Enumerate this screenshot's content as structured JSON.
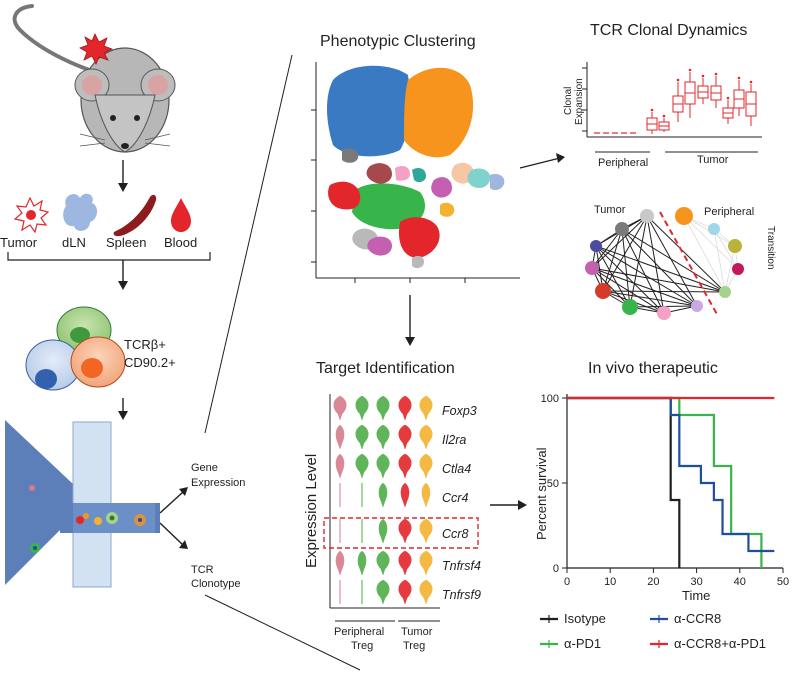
{
  "colors": {
    "red": "#e3262b",
    "dark_red": "#8e1b1f",
    "blue_cluster": "#3a7ac2",
    "orange": "#f7941d",
    "green": "#38b54a",
    "navy": "#1f4e9c",
    "pink_violin": "#d77b8c",
    "green_violin": "#4fae4a",
    "gold_violin": "#f3b22f",
    "light_blue": "#9eb7e0",
    "light_green": "#a6d28c",
    "channel_blue": "#5d7fb9"
  },
  "workflow": {
    "tissues": [
      "Tumor",
      "dLN",
      "Spleen",
      "Blood"
    ],
    "sort_label_line1": "TCRβ+",
    "sort_label_line2": "CD90.2+",
    "branch_gene_line1": "Gene",
    "branch_gene_line2": "Expression",
    "branch_tcr_line1": "TCR",
    "branch_tcr_line2": "Clonotype"
  },
  "clustering": {
    "title": "Phenotypic Clustering"
  },
  "clonal": {
    "title": "TCR Clonal Dynamics",
    "ylabel_line1": "Clonal",
    "ylabel_line2": "Expansion",
    "group_peripheral": "Peripheral",
    "group_tumor": "Tumor"
  },
  "network": {
    "label_tumor": "Tumor",
    "label_peripheral": "Peripheral",
    "label_transition": "Transition"
  },
  "target": {
    "title": "Target Identification",
    "ylabel": "Expression Level",
    "genes": [
      "Foxp3",
      "Il2ra",
      "Ctla4",
      "Ccr4",
      "Ccr8",
      "Tnfrsf4",
      "Tnfrsf9"
    ],
    "highlighted_gene": "Ccr8",
    "xgroup1_line1": "Peripheral",
    "xgroup1_line2": "Treg",
    "xgroup2_line1": "Tumor",
    "xgroup2_line2": "Treg"
  },
  "chart_data": {
    "type": "line",
    "title": "In vivo therapeutic",
    "xlabel": "Time",
    "ylabel": "Percent survival",
    "xlim": [
      0,
      50
    ],
    "ylim": [
      0,
      100
    ],
    "xticks": [
      0,
      10,
      20,
      30,
      40,
      50
    ],
    "yticks": [
      0,
      50,
      100
    ],
    "step": true,
    "legend_position": "bottom",
    "series": [
      {
        "name": "Isotype",
        "color": "#231f20",
        "x": [
          0,
          24,
          24,
          26,
          26
        ],
        "y": [
          100,
          100,
          40,
          40,
          0
        ]
      },
      {
        "name": "α-CCR8",
        "color": "#1f4e9c",
        "x": [
          0,
          24,
          24,
          26,
          26,
          31,
          31,
          34,
          34,
          36,
          36,
          42,
          42,
          48
        ],
        "y": [
          100,
          100,
          90,
          90,
          60,
          60,
          50,
          50,
          40,
          40,
          20,
          20,
          10,
          10
        ]
      },
      {
        "name": "α-PD1",
        "color": "#38b54a",
        "x": [
          0,
          26,
          26,
          34,
          34,
          38,
          38,
          45,
          45
        ],
        "y": [
          100,
          100,
          90,
          90,
          60,
          60,
          20,
          20,
          0
        ]
      },
      {
        "name": "α-CCR8+α-PD1",
        "color": "#e3262b",
        "x": [
          0,
          48
        ],
        "y": [
          100,
          100
        ]
      }
    ]
  }
}
